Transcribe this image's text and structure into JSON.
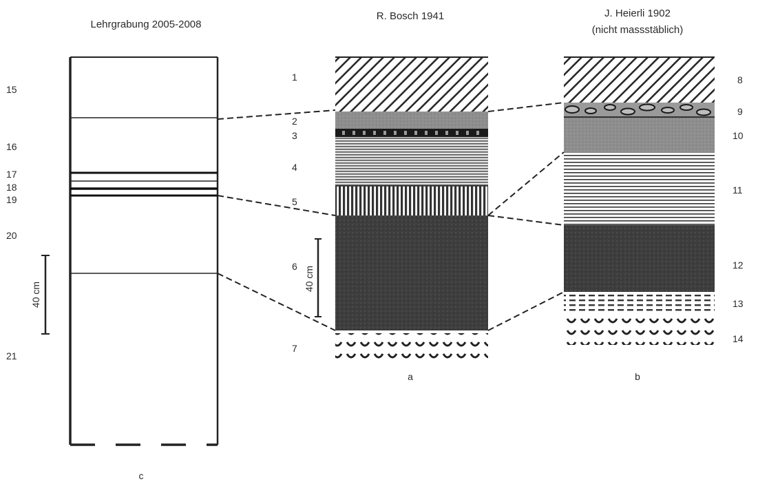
{
  "profiles": {
    "c": {
      "title": "Lehrgrabung 2005-2008",
      "label": "c",
      "layers": [
        "15",
        "16",
        "17",
        "18",
        "19",
        "20",
        "21"
      ],
      "scale_label": "40 cm"
    },
    "a": {
      "title": "R. Bosch 1941",
      "label": "a",
      "layers": [
        "1",
        "2",
        "3",
        "4",
        "5",
        "6",
        "7"
      ],
      "scale_label": "40 cm"
    },
    "b": {
      "title_line1": "J. Heierli 1902",
      "title_line2": "(nicht massstäblich)",
      "label": "b",
      "layers": [
        "8",
        "9",
        "10",
        "11",
        "12",
        "13",
        "14"
      ]
    }
  }
}
